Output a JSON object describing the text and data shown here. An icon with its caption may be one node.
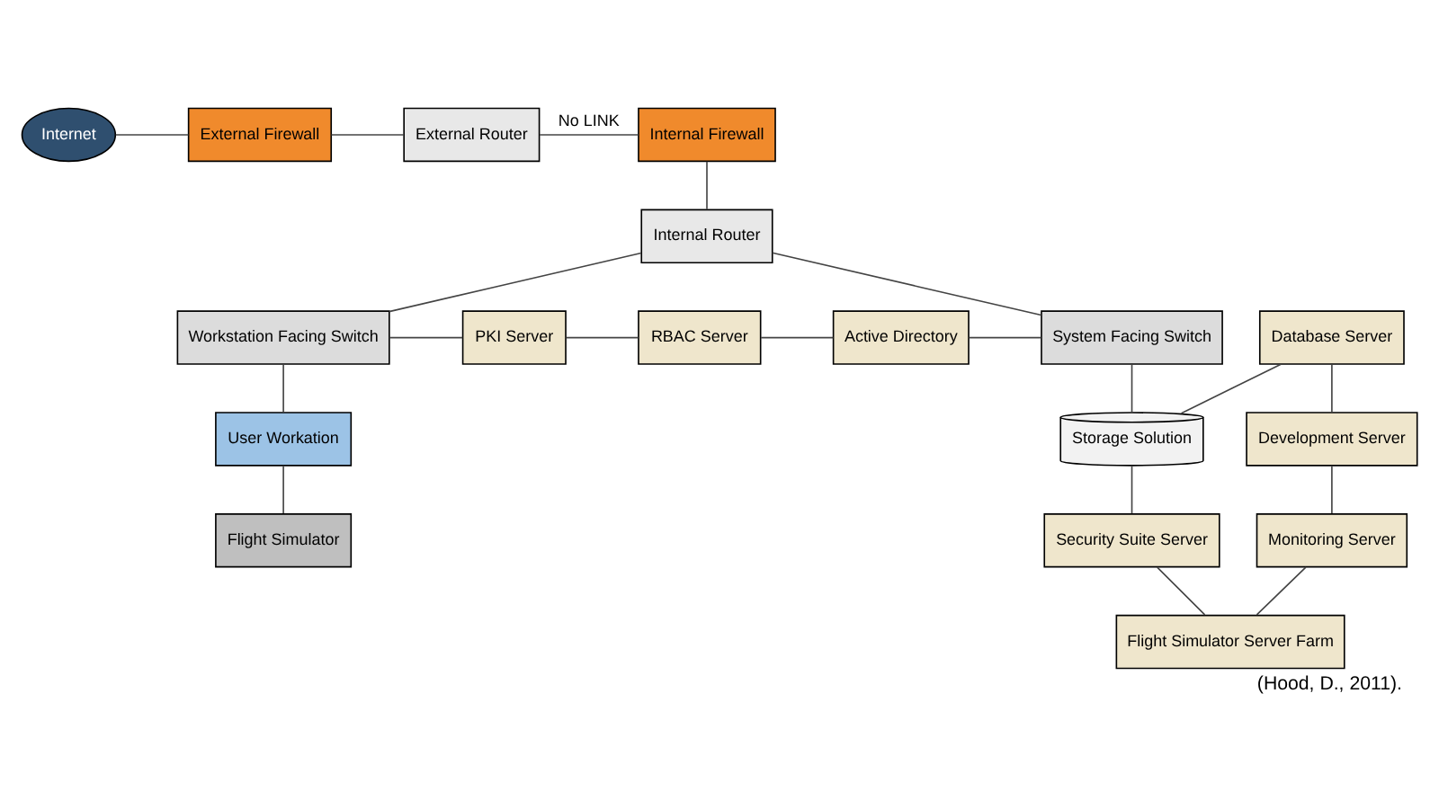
{
  "diagram": {
    "caption": "(Hood, D., 2011).",
    "nodes": [
      {
        "text": [
          "Internet"
        ]
      },
      {
        "text": [
          "External Firewall"
        ]
      },
      {
        "text": [
          "External Router"
        ]
      },
      {
        "text": [
          "Internal Firewall"
        ]
      },
      {
        "text": [
          "Internal Router"
        ]
      },
      {
        "text": [
          "Workstation Facing Switch"
        ]
      },
      {
        "text": [
          "PKI Server"
        ]
      },
      {
        "text": [
          "RBAC Server"
        ]
      },
      {
        "text": [
          "Active Directory"
        ]
      },
      {
        "text": [
          "System Facing Switch"
        ]
      },
      {
        "text": [
          "User Workation"
        ]
      },
      {
        "text": [
          "Flight Simulator"
        ]
      },
      {
        "text": [
          "Database Server"
        ]
      },
      {
        "text": [
          "Storage Solution"
        ]
      },
      {
        "text": [
          "Development Server"
        ]
      },
      {
        "text": [
          "Security Suite Server"
        ]
      },
      {
        "text": [
          "Monitoring Server"
        ]
      },
      {
        "text": [
          "Flight Simulator Server Farm"
        ]
      }
    ],
    "edges": [
      {
        "from": 0,
        "to": 1,
        "arrow": "none"
      },
      {
        "from": 1,
        "to": 2,
        "arrow": "none"
      },
      {
        "from": 2,
        "to": 3,
        "arrow": "none",
        "label": "No LINK"
      },
      {
        "from": 3,
        "to": 4,
        "arrow": "none"
      },
      {
        "from": 4,
        "to": 5,
        "arrow": "none"
      },
      {
        "from": 4,
        "to": 9,
        "arrow": "none"
      },
      {
        "from": 5,
        "to": 6,
        "arrow": "none"
      },
      {
        "from": 6,
        "to": 7,
        "arrow": "none"
      },
      {
        "from": 7,
        "to": 8,
        "arrow": "none"
      },
      {
        "from": 8,
        "to": 9,
        "arrow": "none"
      },
      {
        "from": 5,
        "to": 10,
        "arrow": "none"
      },
      {
        "from": 10,
        "to": 11,
        "arrow": "none"
      },
      {
        "from": 9,
        "to": 13,
        "arrow": "none"
      },
      {
        "from": 12,
        "to": 13,
        "arrow": "none"
      },
      {
        "from": 12,
        "to": 14,
        "arrow": "none"
      },
      {
        "from": 14,
        "to": 16,
        "arrow": "none"
      },
      {
        "from": 13,
        "to": 15,
        "arrow": "none"
      },
      {
        "from": 15,
        "to": 17,
        "arrow": "none"
      },
      {
        "from": 16,
        "to": 17,
        "arrow": "none"
      }
    ]
  }
}
